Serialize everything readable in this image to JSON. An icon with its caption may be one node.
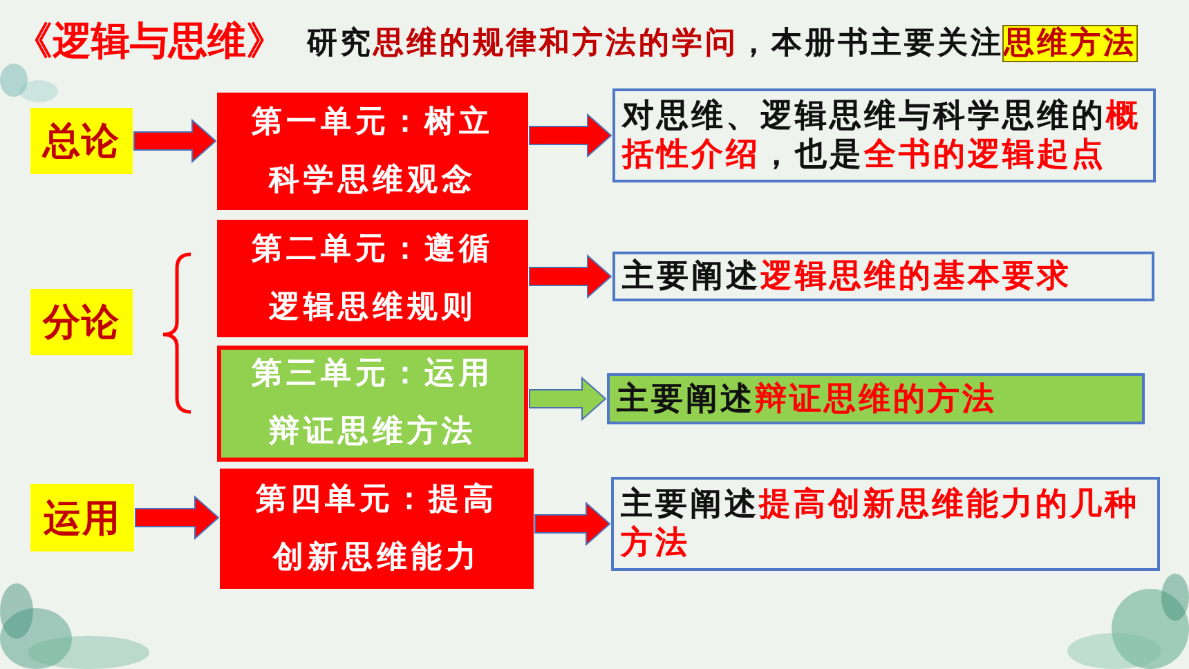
{
  "diagram": {
    "title": "《逻辑与思维》",
    "nodes": [
      {
        "text": [
          "总论"
        ]
      },
      {
        "text": [
          "第一单元：树立科学思维观念"
        ]
      },
      {
        "text": [
          "对思维、逻辑思维与科学思维的**概括性介绍**，也是**全书的逻辑起点**"
        ]
      },
      {
        "text": [
          "分论"
        ]
      },
      {
        "text": [
          "第二单元：遵循逻辑思维规则"
        ]
      },
      {
        "text": [
          "第三单元：运用辩证思维方法"
        ]
      },
      {
        "text": [
          "主要阐述**逻辑思维的基本要求**"
        ]
      },
      {
        "text": [
          "主要阐述**辩证思维的方法**"
        ]
      },
      {
        "text": [
          "运用"
        ]
      },
      {
        "text": [
          "第四单元：提高创新思维能力"
        ]
      },
      {
        "text": [
          "主要阐述**提高创新思维能力的几种方法**"
        ]
      }
    ],
    "edges": [
      {
        "from": 0,
        "to": 1,
        "arrow": "to"
      },
      {
        "from": 1,
        "to": 2,
        "arrow": "to"
      },
      {
        "from": 4,
        "to": 6,
        "arrow": "to"
      },
      {
        "from": 5,
        "to": 7,
        "arrow": "to",
        "color": "#92d050"
      },
      {
        "from": 8,
        "to": 9,
        "arrow": "to"
      },
      {
        "from": 9,
        "to": 10,
        "arrow": "to"
      }
    ],
    "labels": [
      "研究**思维的规律和方法的学问**，本册书主要关注**思维方法**"
    ]
  }
}
